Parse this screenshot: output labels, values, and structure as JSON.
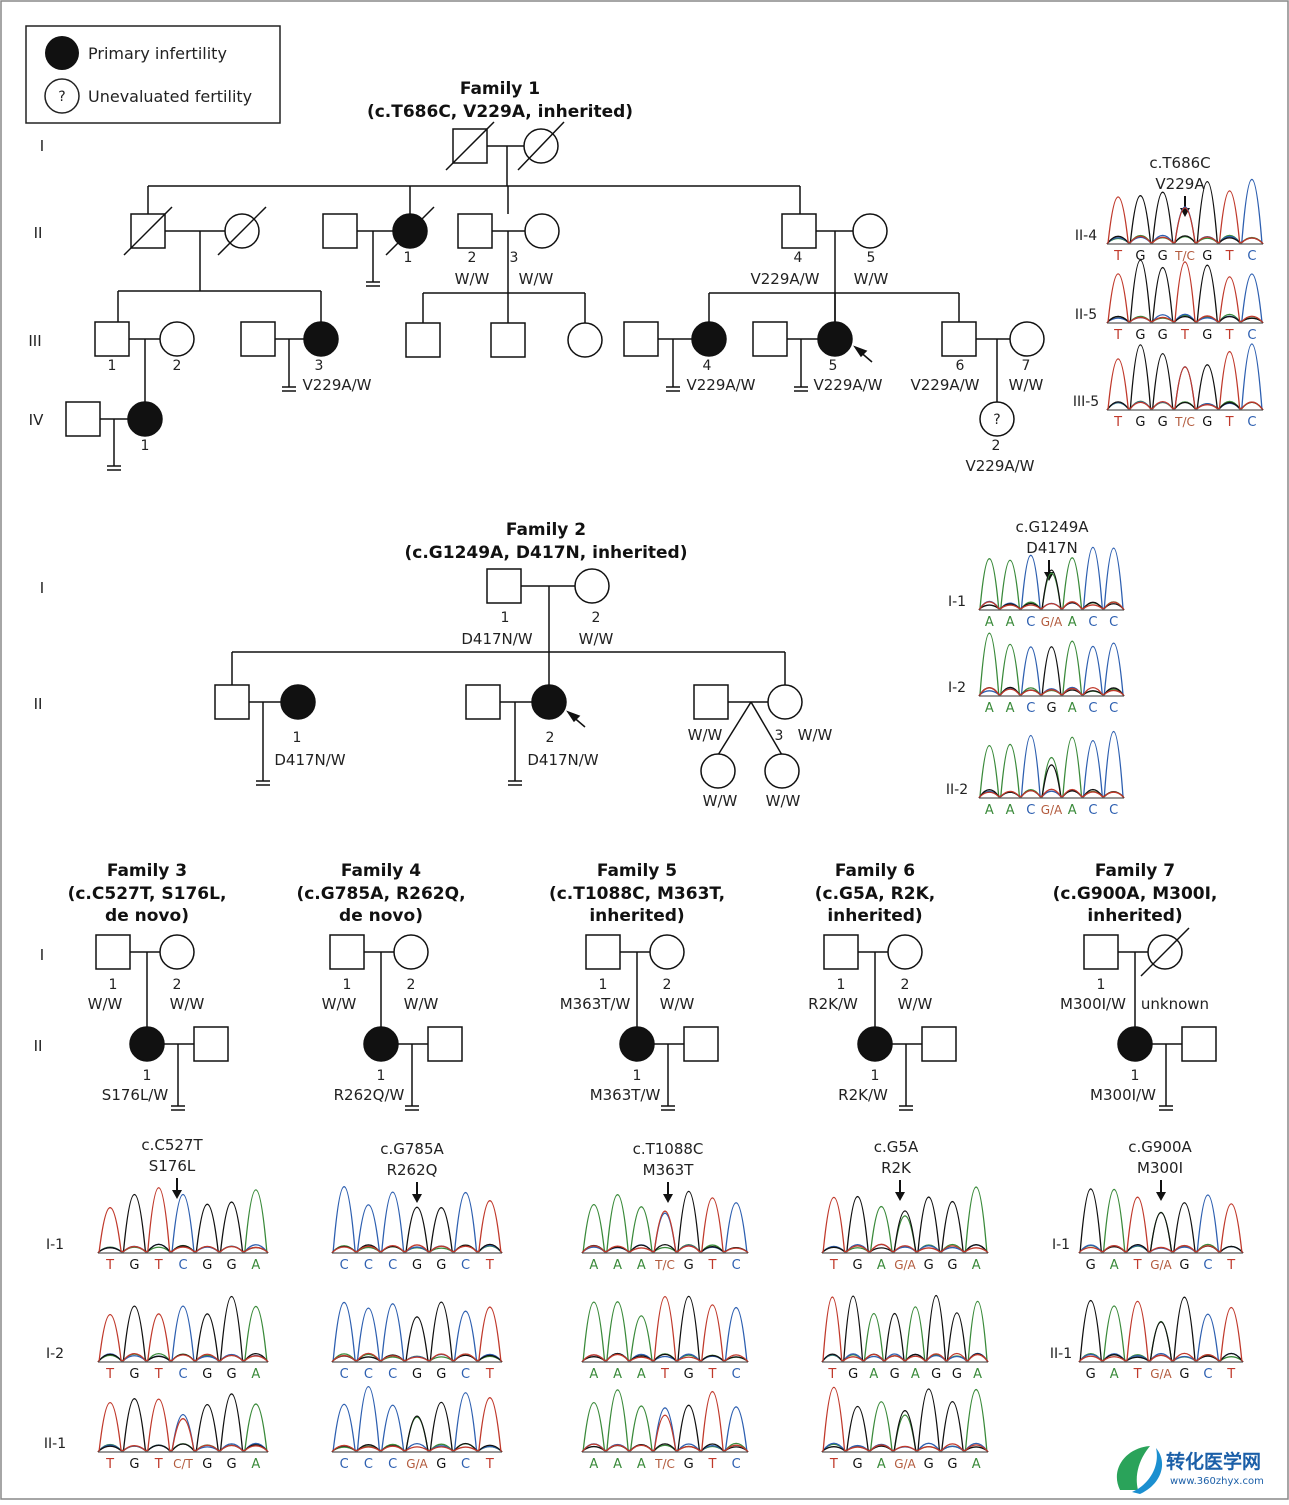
{
  "legend": {
    "affected": "Primary infertility",
    "unknown": "Unevaluated fertility",
    "unknown_symbol": "?"
  },
  "generations": [
    "I",
    "II",
    "III",
    "IV"
  ],
  "colors": {
    "A": "#3a8a3a",
    "C": "#2d5fb0",
    "G": "#111111",
    "T": "#c0392b",
    "ambiguous": "#b25a3c"
  },
  "families": {
    "f1": {
      "title": "Family 1",
      "subtitle": "(c.T686C, V229A, inherited)",
      "labels": {
        "ii1": "1",
        "ii2": "2",
        "ii2g": "W/W",
        "ii3": "3",
        "ii3g": "W/W",
        "ii4": "4",
        "ii4g": "V229A/W",
        "ii5": "5",
        "ii5g": "W/W",
        "iii1": "1",
        "iii2": "2",
        "iii3": "3",
        "iii3g": "V229A/W",
        "iii4": "4",
        "iii4g": "V229A/W",
        "iii5": "5",
        "iii5g": "V229A/W",
        "iii6": "6",
        "iii6g": "V229A/W",
        "iii7": "7",
        "iii7g": "W/W",
        "iv1": "1",
        "iv2": "2",
        "iv2g": "V229A/W"
      },
      "seq": {
        "mutation": "c.T686C",
        "protein": "V229A",
        "rows": [
          {
            "label": "II-4",
            "bases": [
              "T",
              "G",
              "G",
              "T/C",
              "G",
              "T",
              "C"
            ]
          },
          {
            "label": "II-5",
            "bases": [
              "T",
              "G",
              "G",
              "T",
              "G",
              "T",
              "C"
            ]
          },
          {
            "label": "III-5",
            "bases": [
              "T",
              "G",
              "G",
              "T/C",
              "G",
              "T",
              "C"
            ]
          }
        ]
      }
    },
    "f2": {
      "title": "Family 2",
      "subtitle": "(c.G1249A, D417N, inherited)",
      "labels": {
        "i1": "1",
        "i1g": "D417N/W",
        "i2": "2",
        "i2g": "W/W",
        "ii1": "1",
        "ii1g": "D417N/W",
        "ii2": "2",
        "ii2g": "D417N/W",
        "ii3l": "W/W",
        "ii3": "3",
        "ii3g": "W/W",
        "c1": "W/W",
        "c2": "W/W"
      },
      "seq": {
        "mutation": "c.G1249A",
        "protein": "D417N",
        "rows": [
          {
            "label": "I-1",
            "bases": [
              "A",
              "A",
              "C",
              "G/A",
              "A",
              "C",
              "C"
            ]
          },
          {
            "label": "I-2",
            "bases": [
              "A",
              "A",
              "C",
              "G",
              "A",
              "C",
              "C"
            ]
          },
          {
            "label": "II-2",
            "bases": [
              "A",
              "A",
              "C",
              "G/A",
              "A",
              "C",
              "C"
            ]
          }
        ]
      }
    },
    "f3": {
      "title": "Family 3",
      "subtitle1": "(c.C527T, S176L,",
      "subtitle2": "de novo)",
      "i1": "1",
      "i1g": "W/W",
      "i2": "2",
      "i2g": "W/W",
      "ii1": "1",
      "ii1g": "S176L/W",
      "seq": {
        "mutation": "c.C527T",
        "protein": "S176L",
        "rows": [
          {
            "label": "I-1",
            "bases": [
              "T",
              "G",
              "T",
              "C",
              "G",
              "G",
              "A"
            ]
          },
          {
            "label": "I-2",
            "bases": [
              "T",
              "G",
              "T",
              "C",
              "G",
              "G",
              "A"
            ]
          },
          {
            "label": "II-1",
            "bases": [
              "T",
              "G",
              "T",
              "C/T",
              "G",
              "G",
              "A"
            ]
          }
        ]
      }
    },
    "f4": {
      "title": "Family 4",
      "subtitle1": "(c.G785A, R262Q,",
      "subtitle2": "de novo)",
      "i1": "1",
      "i1g": "W/W",
      "i2": "2",
      "i2g": "W/W",
      "ii1": "1",
      "ii1g": "R262Q/W",
      "seq": {
        "mutation": "c.G785A",
        "protein": "R262Q",
        "rows": [
          {
            "label": "",
            "bases": [
              "C",
              "C",
              "C",
              "G",
              "G",
              "C",
              "T"
            ]
          },
          {
            "label": "",
            "bases": [
              "C",
              "C",
              "C",
              "G",
              "G",
              "C",
              "T"
            ]
          },
          {
            "label": "",
            "bases": [
              "C",
              "C",
              "C",
              "G/A",
              "G",
              "C",
              "T"
            ]
          }
        ]
      }
    },
    "f5": {
      "title": "Family 5",
      "subtitle1": "(c.T1088C, M363T,",
      "subtitle2": "inherited)",
      "i1": "1",
      "i1g": "M363T/W",
      "i2": "2",
      "i2g": "W/W",
      "ii1": "1",
      "ii1g": "M363T/W",
      "seq": {
        "mutation": "c.T1088C",
        "protein": "M363T",
        "rows": [
          {
            "label": "",
            "bases": [
              "A",
              "A",
              "A",
              "T/C",
              "G",
              "T",
              "C"
            ]
          },
          {
            "label": "",
            "bases": [
              "A",
              "A",
              "A",
              "T",
              "G",
              "T",
              "C"
            ]
          },
          {
            "label": "",
            "bases": [
              "A",
              "A",
              "A",
              "T/C",
              "G",
              "T",
              "C"
            ]
          }
        ]
      }
    },
    "f6": {
      "title": "Family 6",
      "subtitle1": "(c.G5A, R2K,",
      "subtitle2": "inherited)",
      "i1": "1",
      "i1g": "R2K/W",
      "i2": "2",
      "i2g": "W/W",
      "ii1": "1",
      "ii1g": "R2K/W",
      "seq": {
        "mutation": "c.G5A",
        "protein": "R2K",
        "rows": [
          {
            "label": "",
            "bases": [
              "T",
              "G",
              "A",
              "G/A",
              "G",
              "G",
              "A"
            ]
          },
          {
            "label": "",
            "bases": [
              "T",
              "G",
              "A",
              "G",
              "A",
              "G",
              "G",
              "A"
            ]
          },
          {
            "label": "",
            "bases": [
              "T",
              "G",
              "A",
              "G/A",
              "G",
              "G",
              "A"
            ]
          }
        ]
      }
    },
    "f7": {
      "title": "Family 7",
      "subtitle1": "(c.G900A, M300I,",
      "subtitle2": "inherited)",
      "i1": "1",
      "i1g": "M300I/W",
      "i2g": "unknown",
      "ii1": "1",
      "ii1g": "M300I/W",
      "seq": {
        "mutation": "c.G900A",
        "protein": "M300I",
        "rows": [
          {
            "label": "I-1",
            "bases": [
              "G",
              "A",
              "T",
              "G/A",
              "G",
              "C",
              "T"
            ]
          },
          {
            "label": "II-1",
            "bases": [
              "G",
              "A",
              "T",
              "G/A",
              "G",
              "C",
              "T"
            ]
          }
        ]
      }
    }
  },
  "watermark": {
    "brand": "转化医学网",
    "url": "www.360zhyx.com"
  }
}
